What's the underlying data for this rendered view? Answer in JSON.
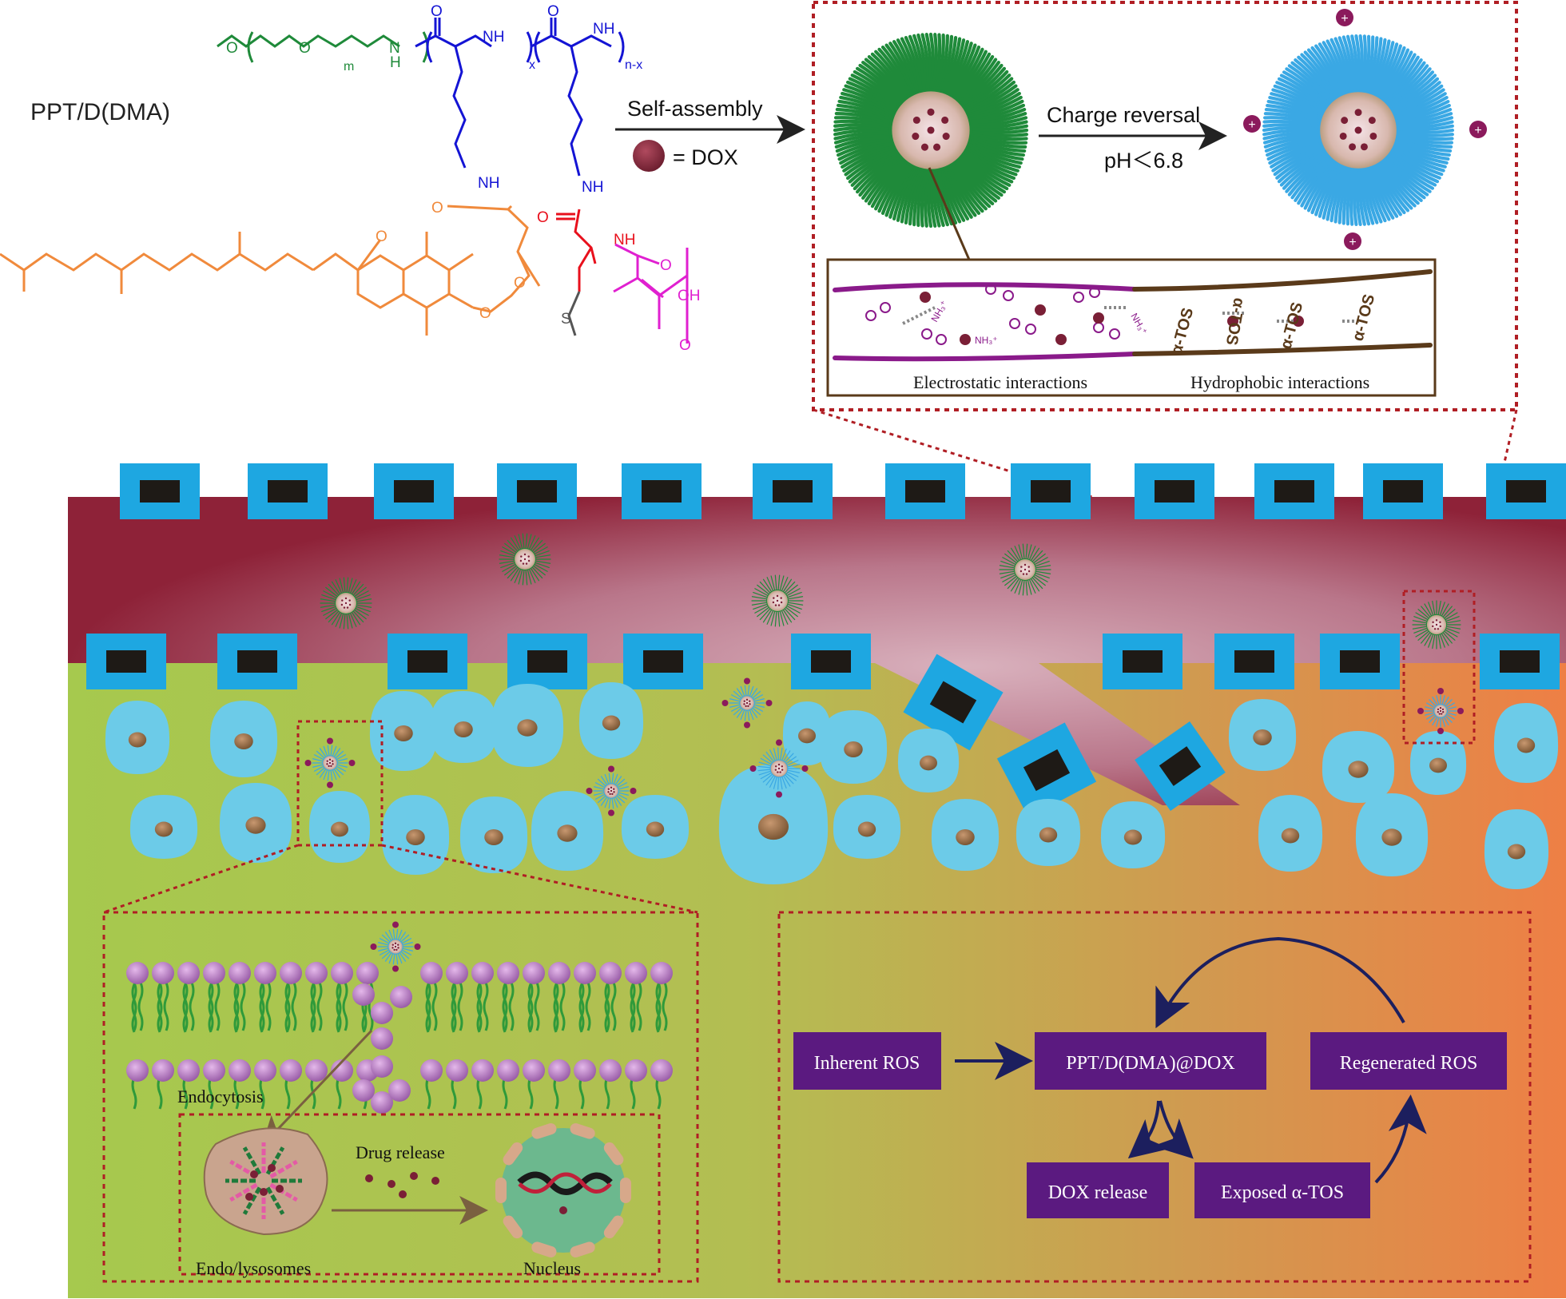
{
  "title": "PPT/D(DMA)",
  "structure": {
    "m_label": "m",
    "n_minus_x_label": "n-x",
    "x_label": "x",
    "atoms": {
      "nh": "NH",
      "h": "H",
      "n": "N",
      "o": "O",
      "oh": "OH",
      "s": "S"
    }
  },
  "assembly": {
    "self_assembly_label": "Self-assembly",
    "dox_legend": "= DOX",
    "charge_reversal_label": "Charge reversal",
    "ph_label": "pH＜6.8"
  },
  "interactions": {
    "electrostatic": "Electrostatic interactions",
    "hydrophobic": "Hydrophobic interactions",
    "tos_label": "α-TOS",
    "nh3_label": "NH₃⁺"
  },
  "cell_uptake": {
    "endocytosis": "Endocytosis",
    "drug_release": "Drug release",
    "endo_lysosomes": "Endo/lysosomes",
    "nucleus": "Nucleus"
  },
  "ros_cycle": {
    "inherent_ros": "Inherent ROS",
    "center": "PPT/D(DMA)@DOX",
    "regenerated_ros": "Regenerated ROS",
    "dox_release": "DOX release",
    "exposed_tos": "Exposed α-TOS"
  },
  "colors": {
    "peg_green": "#1f8a3a",
    "lysine_blue": "#1414d4",
    "tos_orange": "#f08a3c",
    "cys_red": "#e8101c",
    "dma_magenta": "#e020d0",
    "vessel": "#8e2238",
    "endothelium": "#1ea7e1",
    "cell": "#6ccbe8",
    "box_purple": "#5b1a80",
    "dash_red": "#b01e24"
  }
}
